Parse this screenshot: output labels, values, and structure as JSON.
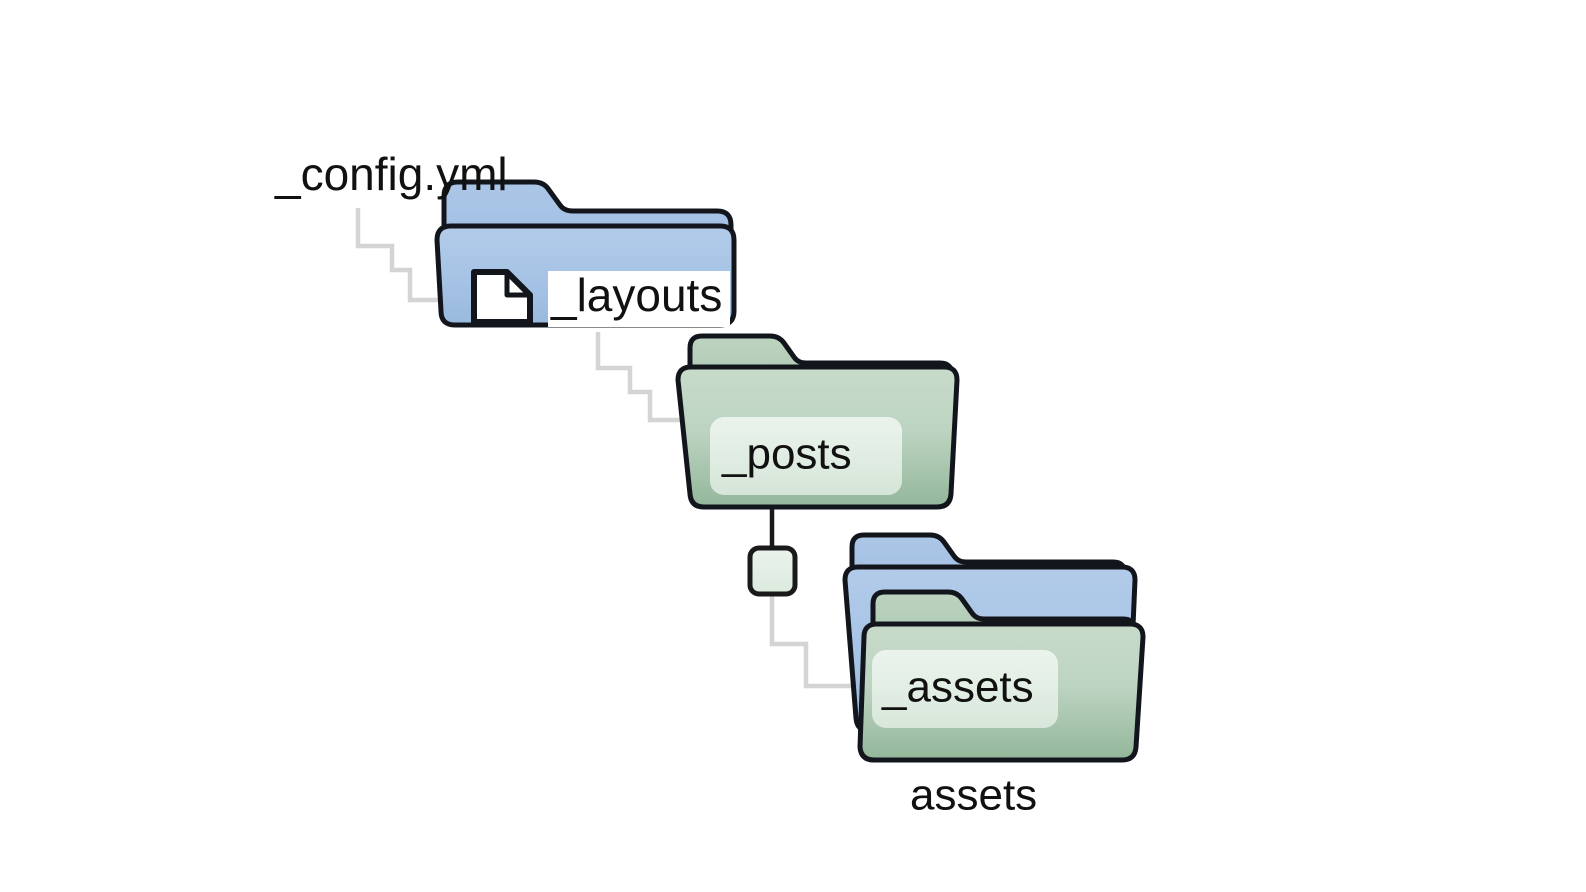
{
  "diagram": {
    "kind": "folder-tree-diagram",
    "background_color": "#ffffff",
    "palette": {
      "folder_blue_fill_top": "#a9c6e6",
      "folder_blue_fill_bottom": "#9dbde0",
      "folder_green_fill_top": "#c3d8c7",
      "folder_green_fill_bottom": "#94b79b",
      "folder_outline": "#12161c",
      "connector_gray": "#d4d4d4",
      "connector_dark": "#1a1a1a",
      "label_plate_fill": "#eef5ee",
      "text_color": "#111111",
      "document_icon_fill": "#ffffff"
    },
    "nodes": [
      {
        "id": "config-yml",
        "label": "_config.yml",
        "icon": "file-document-icon",
        "color": "white",
        "label_position": "above-left"
      },
      {
        "id": "layouts",
        "label": "_layouts",
        "icon": "folder-stack-icon",
        "color": "blue",
        "label_position": "inline-right"
      },
      {
        "id": "posts",
        "label": "_posts",
        "icon": "folder-icon",
        "color": "green",
        "label_position": "inside"
      },
      {
        "id": "assets-junction",
        "label": "",
        "icon": "junction-node-icon",
        "color": "mint",
        "label_position": "none"
      },
      {
        "id": "assets",
        "label": "_assets",
        "caption": "assets",
        "icon": "folder-stack-icon",
        "color": "green-over-blue",
        "label_position": "inside"
      }
    ],
    "connectors": [
      {
        "from": "config-yml",
        "to": "layouts",
        "style": "stepped",
        "color": "#d4d4d4"
      },
      {
        "from": "layouts",
        "to": "posts",
        "style": "stepped",
        "color": "#d4d4d4"
      },
      {
        "from": "posts",
        "to": "assets-junction",
        "style": "straight",
        "color": "#1a1a1a"
      },
      {
        "from": "assets-junction",
        "to": "assets",
        "style": "stepped",
        "color": "#d4d4d4"
      }
    ]
  },
  "labels": {
    "config_yml": "_config.yml",
    "layouts": "_layouts",
    "posts": "_posts",
    "assets_inner": "_assets",
    "assets_caption": "assets"
  }
}
